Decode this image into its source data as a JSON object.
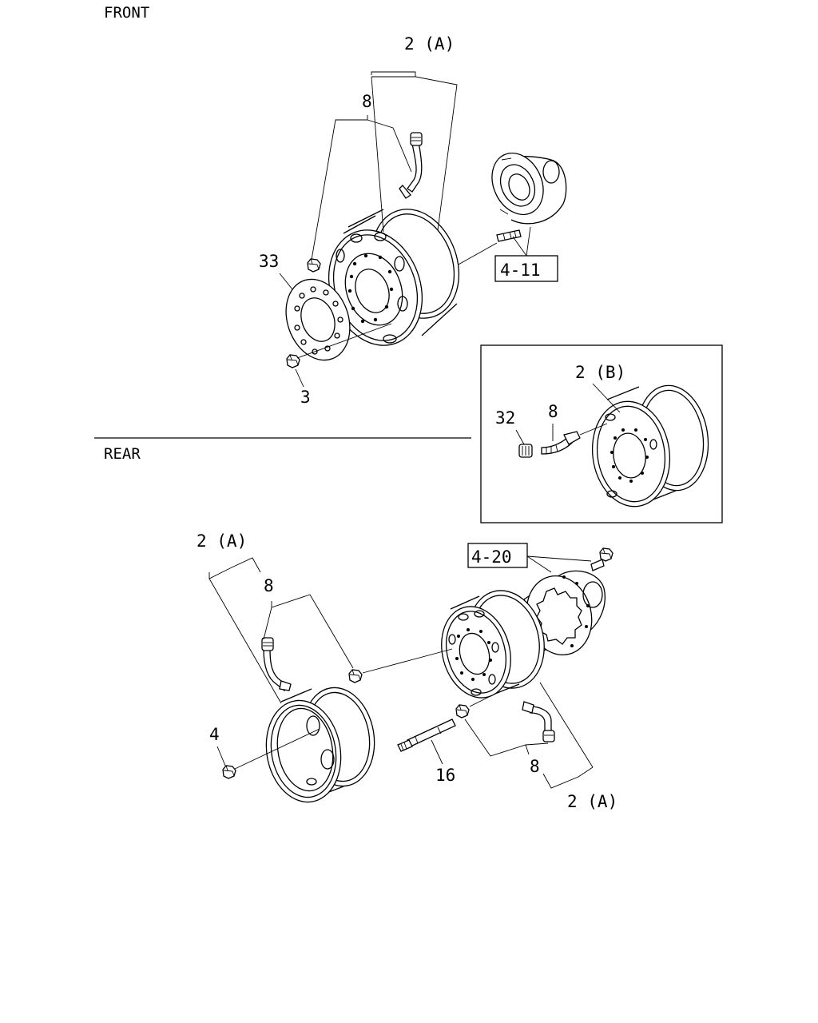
{
  "diagram": {
    "section_labels": {
      "front": "FRONT",
      "rear": "REAR"
    },
    "front_callouts": {
      "wheel_assembly": "2 (A)",
      "valve_stem": "8",
      "disc_plate": "33",
      "nut": "3",
      "hub_reference": "4-11"
    },
    "inset_callouts": {
      "wheel_assembly": "2 (B)",
      "valve_stem": "8",
      "valve_cap": "32"
    },
    "rear_callouts": {
      "outer_wheel_assembly": "2 (A)",
      "outer_valve_stem": "8",
      "outer_nut": "4",
      "hub_bolt": "16",
      "inner_valve_stem": "8",
      "inner_wheel_assembly": "2 (A)",
      "hub_reference": "4-20"
    }
  }
}
